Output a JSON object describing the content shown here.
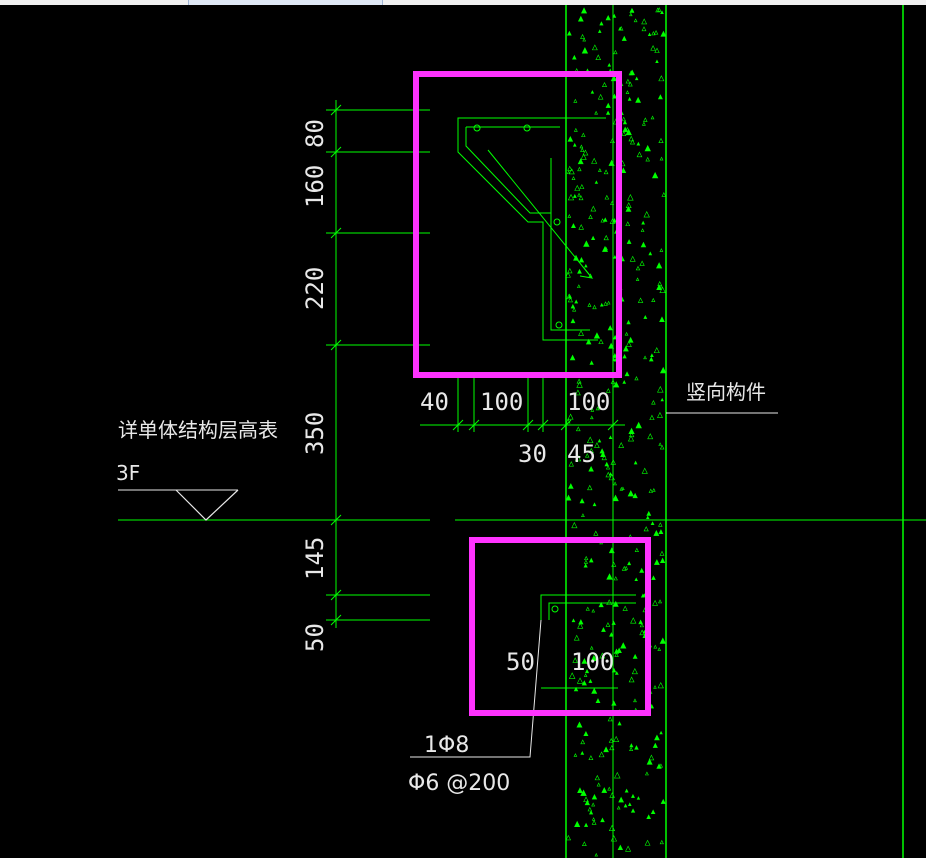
{
  "colors": {
    "background": "#000000",
    "line": "#00ff00",
    "highlight": "#ff33ff",
    "text": "#e8e8e8"
  },
  "vertical_dims": [
    "80",
    "160",
    "220",
    "350",
    "145",
    "50"
  ],
  "horizontal_dims": {
    "upper_row": [
      "40",
      "100",
      "100"
    ],
    "lower_row": [
      "30",
      "45"
    ],
    "bottom_detail": [
      "50",
      "100"
    ]
  },
  "notes": {
    "vertical_member": "竖向构件",
    "floor_table": "详单体结构层高表",
    "floor_level": "3F",
    "rebar_longitudinal": "1Φ8",
    "rebar_stirrup": "Φ6 @200"
  }
}
